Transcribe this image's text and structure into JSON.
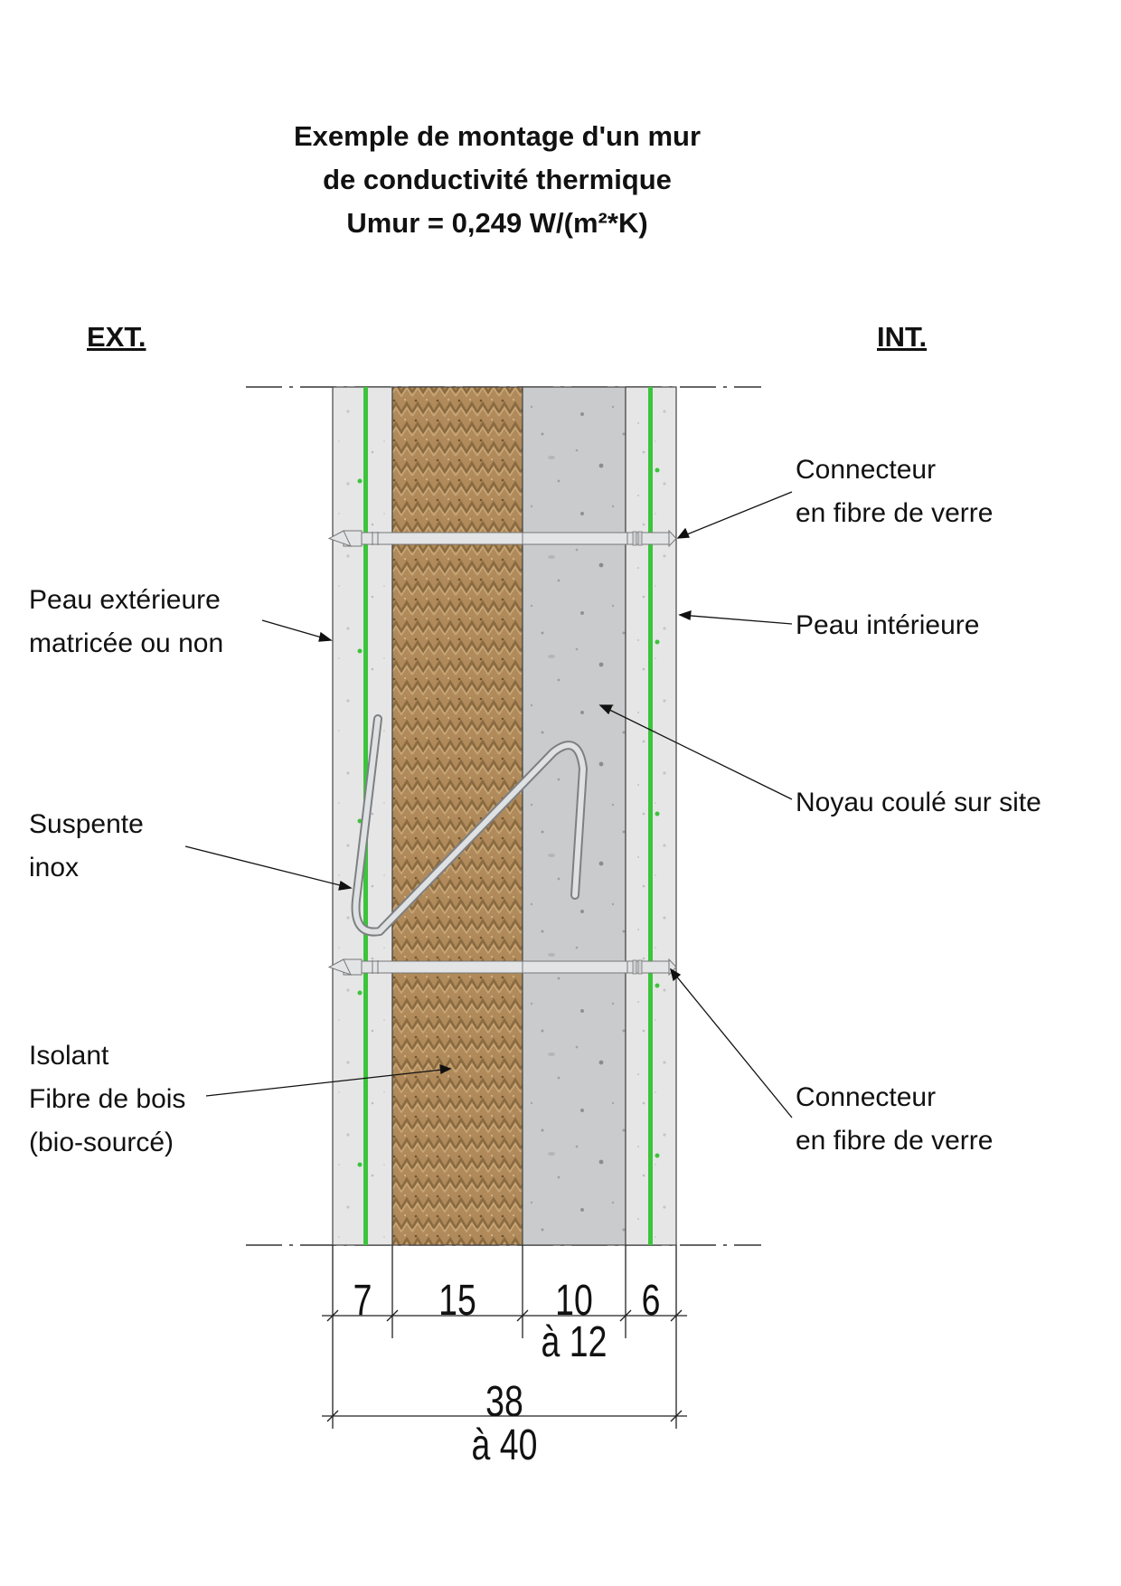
{
  "title": {
    "line1": "Exemple de montage d'un mur",
    "line2": "de conductivité thermique",
    "line3": "Umur = 0,249 W/(m²*K)"
  },
  "sides": {
    "exterior": "EXT.",
    "interior": "INT."
  },
  "labels": {
    "outer_skin": [
      "Peau extérieure",
      "matricée ou non"
    ],
    "hanger": [
      "Suspente",
      "inox"
    ],
    "insulation": [
      "Isolant",
      "Fibre de bois",
      "(bio-sourcé)"
    ],
    "connector_top": [
      "Connecteur",
      "en fibre de verre"
    ],
    "inner_skin": [
      "Peau intérieure"
    ],
    "core": [
      "Noyau coulé sur site"
    ],
    "connector_bottom": [
      "Connecteur",
      "en fibre de verre"
    ]
  },
  "dimensions": {
    "outer_skin": "7",
    "insulation": "15",
    "core_line1": "10",
    "core_line2": "à 12",
    "inner_skin": "6",
    "total_line1": "38",
    "total_line2": "à 40"
  },
  "colors": {
    "concrete_skin": "#e8e8e8",
    "core_concrete": "#c9cbcd",
    "wood_fibre": "#b08a5a",
    "rebar_mesh": "#3cc43c",
    "connector": "#e2e4e6",
    "hanger": "#d8dadc"
  }
}
